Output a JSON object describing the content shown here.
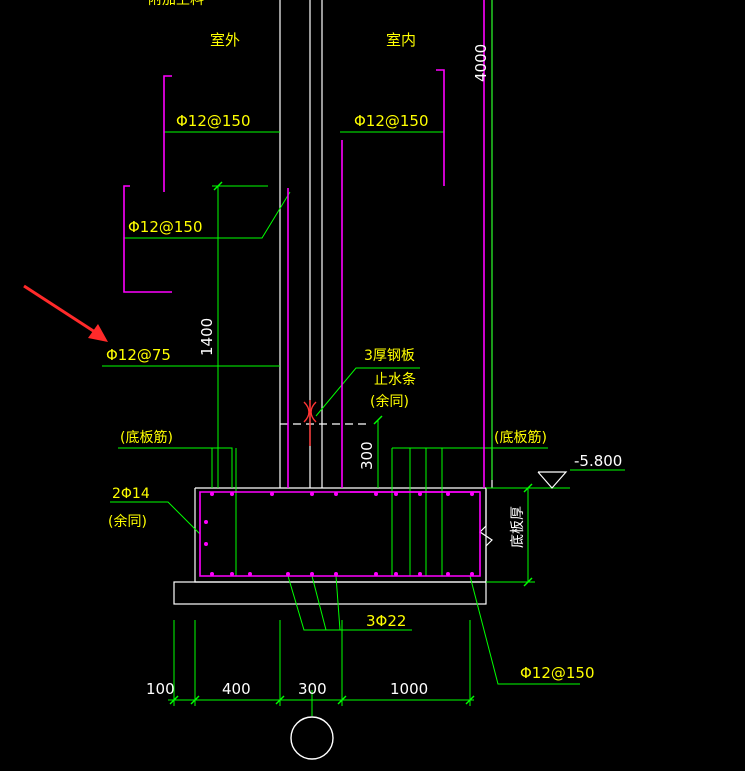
{
  "colors": {
    "background": "#000000",
    "dimension": "#00ff00",
    "rebar_magenta": "#ff00ff",
    "label_yellow": "#ffff00",
    "outline_white": "#ffffff",
    "arrow_red": "#ff2a2a"
  },
  "labels": {
    "top_cut": "附加上料",
    "outside": "室外",
    "inside": "室内",
    "bar_outside_upper": "Φ12@150",
    "bar_inside_upper": "Φ12@150",
    "bar_outside_lower": "Φ12@150",
    "bar_highlight": "Φ12@75",
    "steel_plate": "3厚钢板",
    "waterstop": "止水条",
    "same_note_1": "(余同)",
    "base_rebar_left": "(底板筋)",
    "base_rebar_right": "(底板筋)",
    "edge_bars": "2Φ14",
    "same_note_2": "(余同)",
    "elevation": "-5.800",
    "slab_thickness": "底板厚",
    "bottom_bars": "3Φ22",
    "bar_bottom_right": "Φ12@150"
  },
  "dimensions": {
    "wall_height": "4000",
    "lap_length": "1400",
    "step_height": "300",
    "offset_left": "100",
    "width_400": "400",
    "wall_thickness": "300",
    "width_1000": "1000"
  },
  "icons": {
    "arrow": "pointer-arrow-icon",
    "axis": "axis-bubble-icon",
    "elevation": "elevation-marker-icon"
  }
}
